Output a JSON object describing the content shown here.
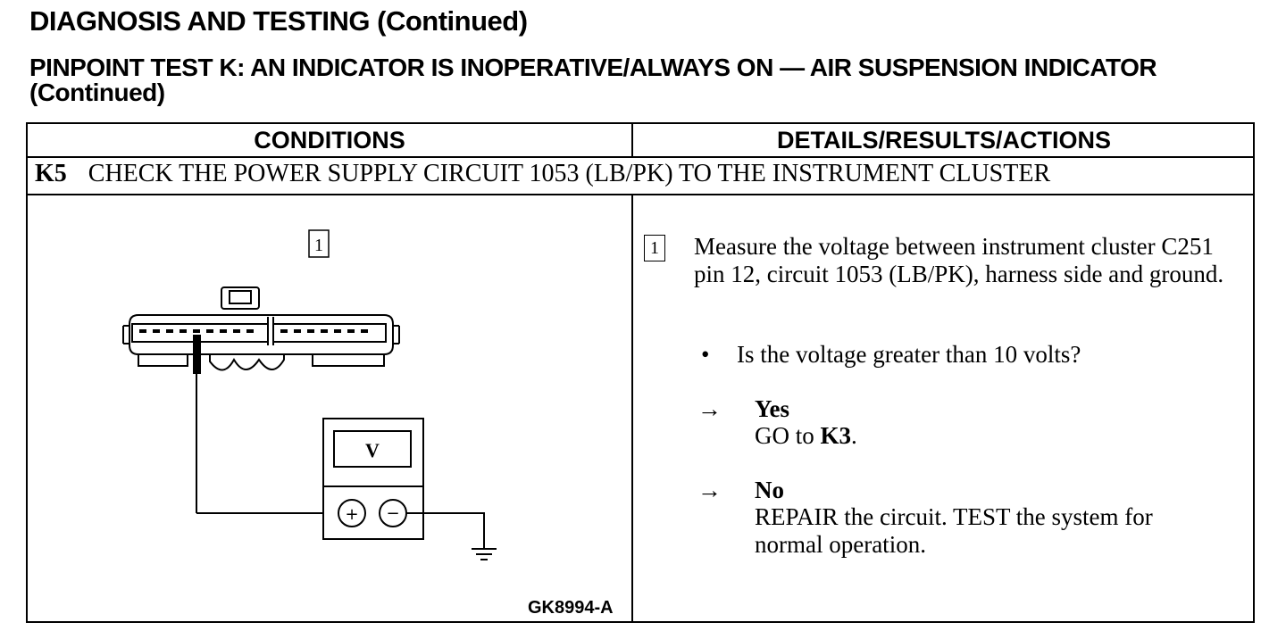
{
  "header": {
    "title": "DIAGNOSIS AND TESTING (Continued)",
    "subtitle": "PINPOINT TEST K:  AN INDICATOR IS INOPERATIVE/ALWAYS ON — AIR SUSPENSION INDICATOR (Continued)"
  },
  "table": {
    "col_conditions": "CONDITIONS",
    "col_details": "DETAILS/RESULTS/ACTIONS",
    "step_id": "K5",
    "step_title": "CHECK THE POWER SUPPLY CIRCUIT 1053 (LB/PK) TO THE INSTRUMENT CLUSTER"
  },
  "figure": {
    "callout": "1",
    "meter_label": "V",
    "plus": "+",
    "minus": "−",
    "figure_id": "GK8994-A"
  },
  "details": {
    "callout": "1",
    "instruction": "Measure the voltage between instrument cluster C251 pin 12, circuit 1053 (LB/PK), harness side and ground.",
    "bullet": "•",
    "question": "Is the voltage greater than 10 volts?",
    "arrow": "→",
    "yes_label": "Yes",
    "yes_action_prefix": "GO to ",
    "yes_action_target": "K3",
    "yes_action_suffix": ".",
    "no_label": "No",
    "no_action": "REPAIR the circuit. TEST the system for normal operation."
  }
}
